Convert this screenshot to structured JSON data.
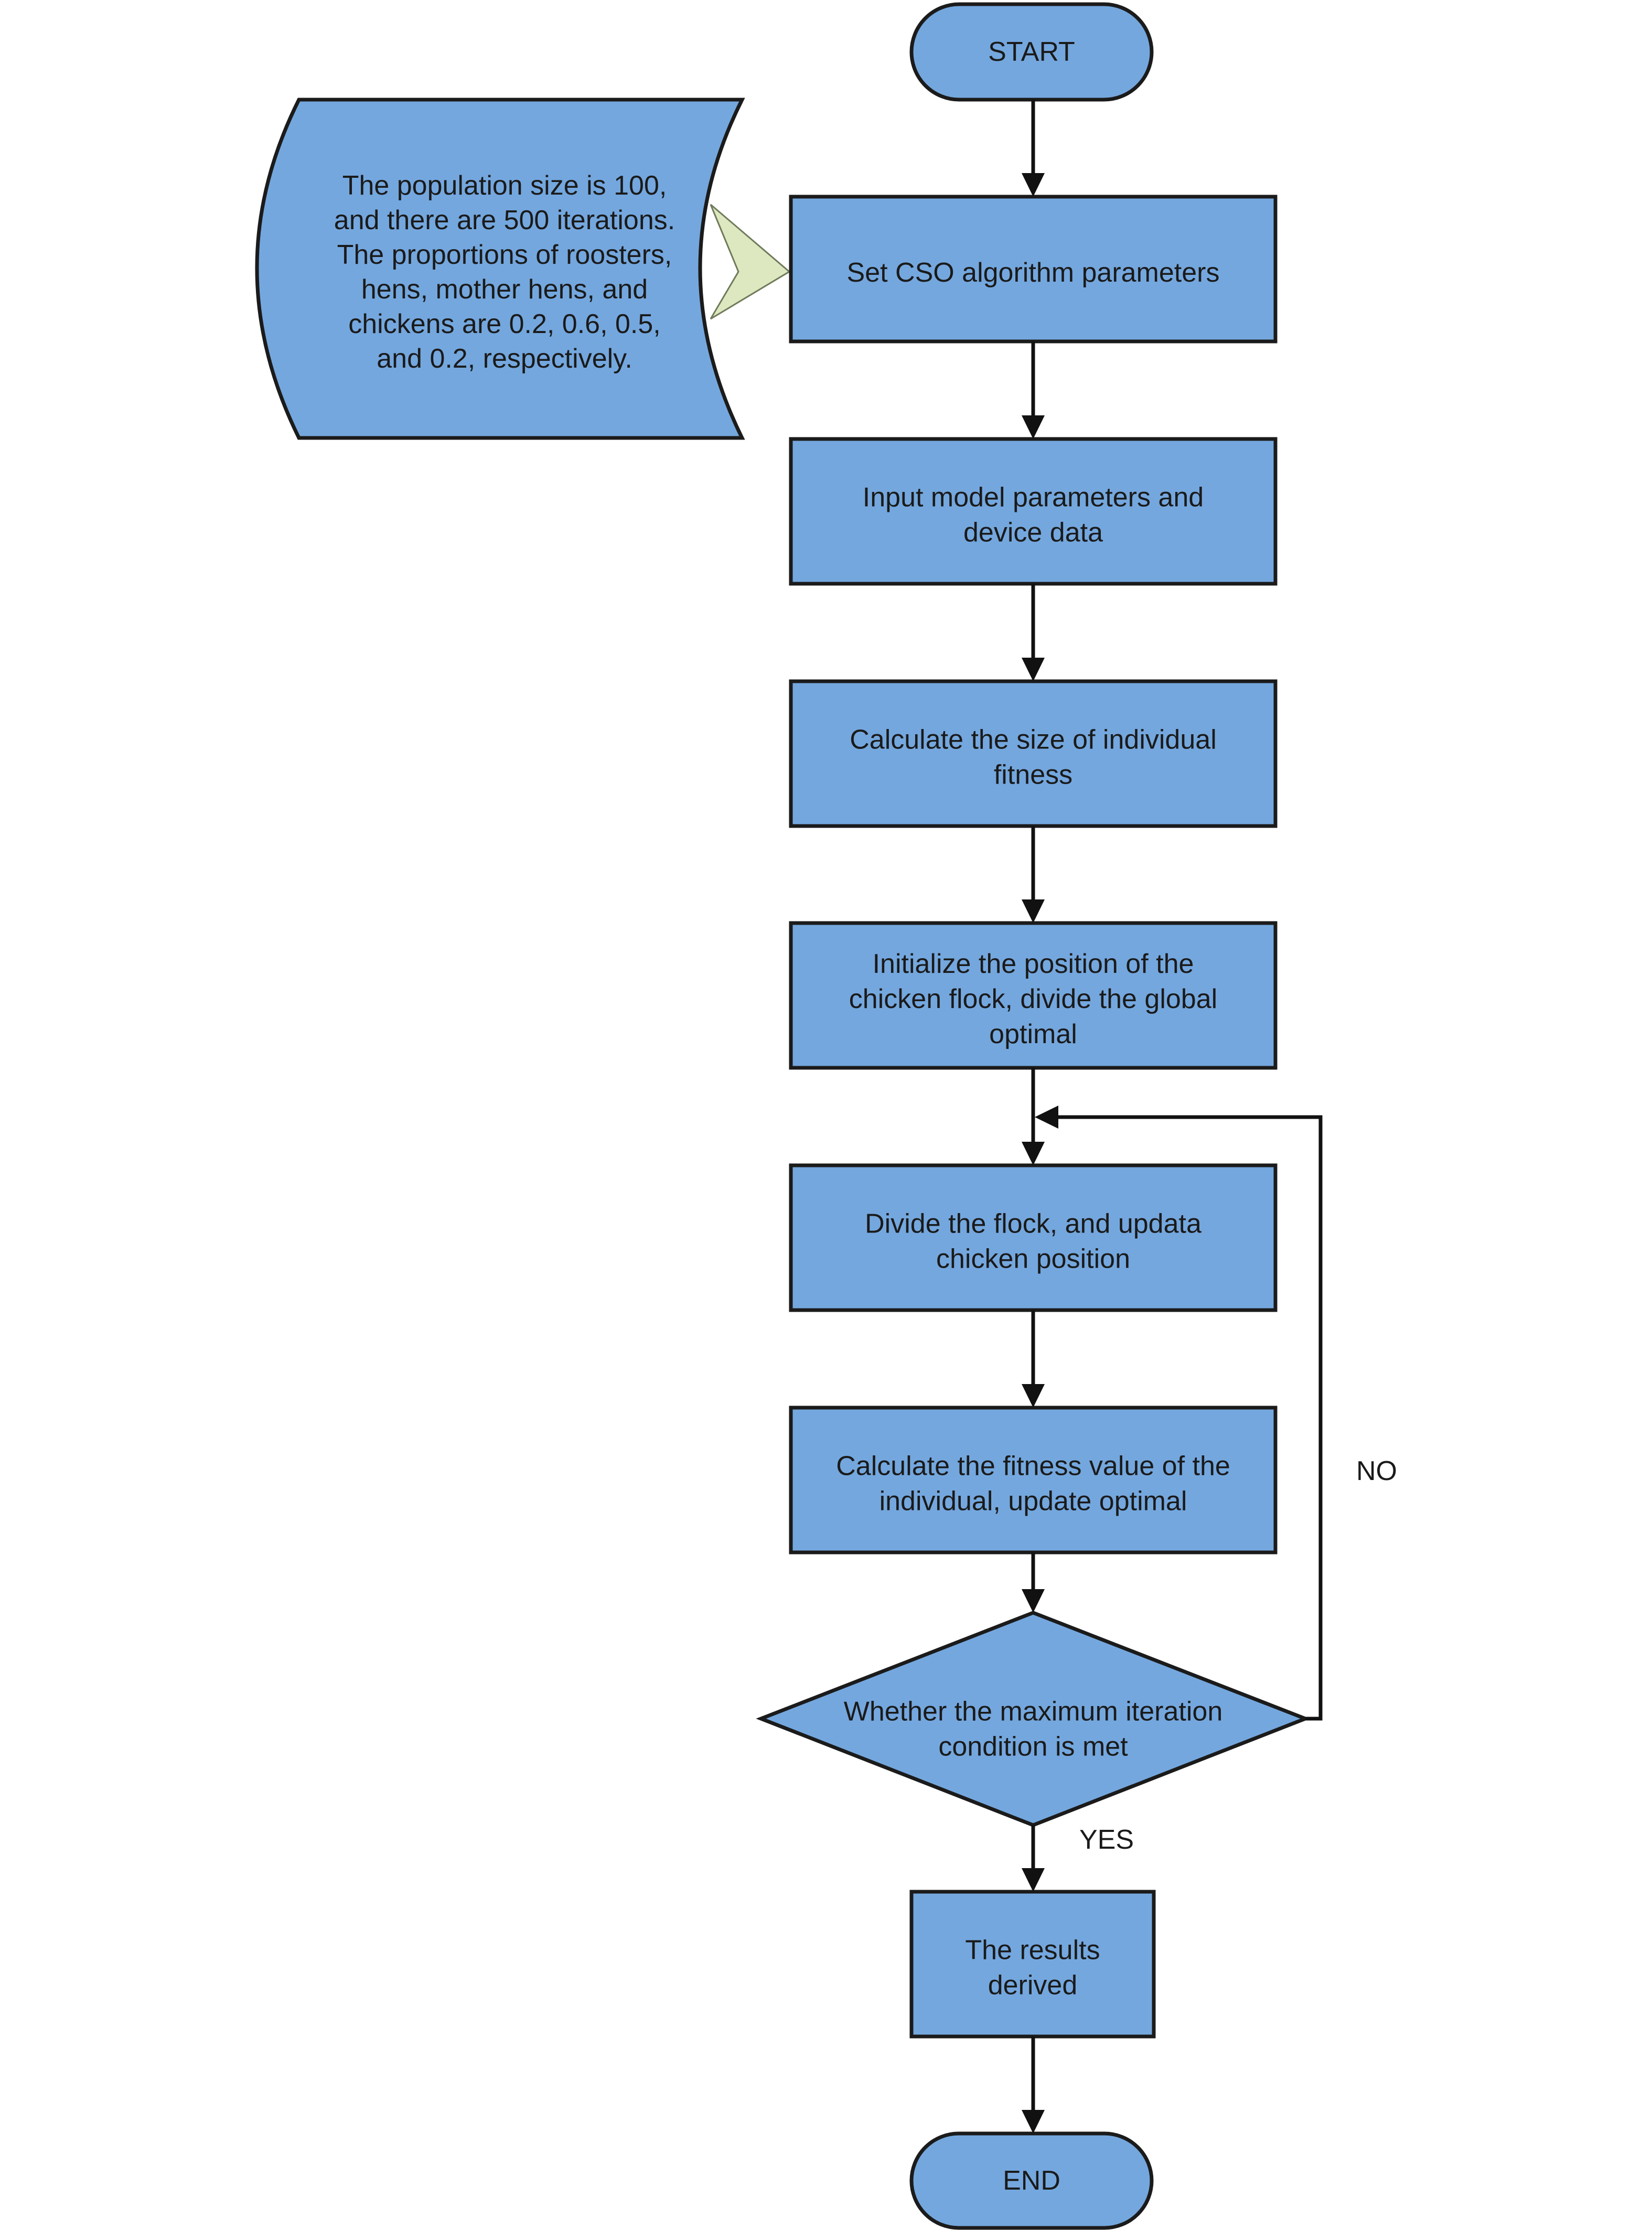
{
  "colors": {
    "node_fill": "#74a7de",
    "node_stroke": "#1b1b1b",
    "connector": "#111111",
    "pointer_fill": "#dde8c0"
  },
  "start": {
    "label": "START"
  },
  "note": {
    "lines": [
      "The population size is 100,",
      "and there are 500 iterations.",
      "The proportions of roosters,",
      "hens, mother hens, and",
      "chickens are 0.2, 0.6, 0.5,",
      "and 0.2, respectively."
    ]
  },
  "steps": [
    {
      "lines": [
        "Set CSO algorithm parameters"
      ]
    },
    {
      "lines": [
        "Input model parameters and",
        "device data"
      ]
    },
    {
      "lines": [
        "Calculate the size of individual",
        "fitness"
      ]
    },
    {
      "lines": [
        "Initialize the position of the",
        "chicken flock, divide the global",
        "optimal"
      ]
    },
    {
      "lines": [
        "Divide the flock, and updata",
        "chicken position"
      ]
    },
    {
      "lines": [
        "Calculate the fitness value of the",
        "individual, update optimal"
      ]
    }
  ],
  "decision": {
    "lines": [
      "Whether the maximum iteration",
      "condition is met"
    ],
    "no_label": "NO",
    "yes_label": "YES"
  },
  "result": {
    "lines": [
      "The results",
      "derived"
    ]
  },
  "end": {
    "label": "END"
  }
}
